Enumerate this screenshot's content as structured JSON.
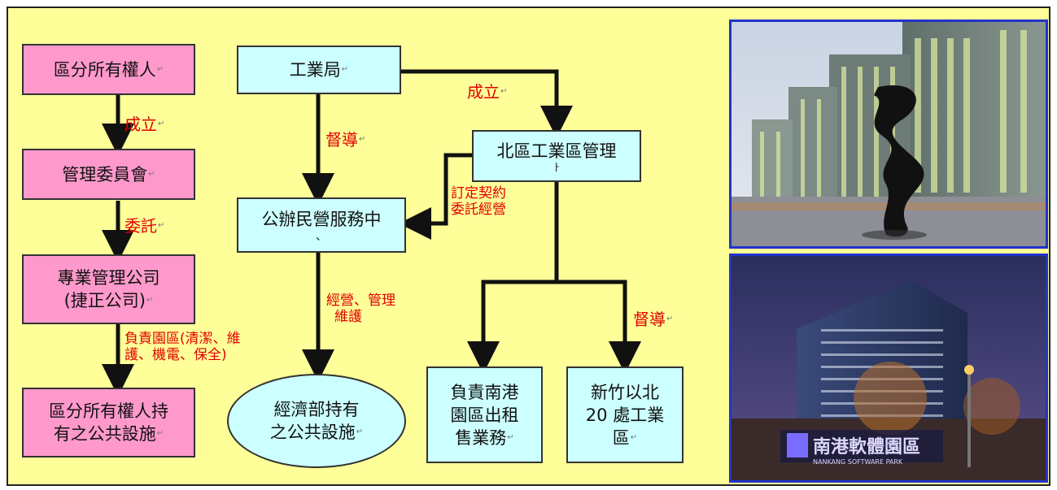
{
  "nodes": {
    "owners": "區分所有權人",
    "committee": "管理委員會",
    "company_line1": "專業管理公司",
    "company_line2": "(捷正公司)",
    "facilities_owned_line1": "區分所有權人持",
    "facilities_owned_line2": "有之公共設施",
    "bureau": "工業局",
    "service_center_line1": "公辦民營服務中",
    "service_center_line2": "、",
    "north_office_line1": "北區工業區管理",
    "north_office_line2": "ㅏ",
    "moea_line1": "經濟部持有",
    "moea_line2": "之公共設施",
    "nangang_line1": "負責南港",
    "nangang_line2": "園區出租",
    "nangang_line3": "售業務",
    "hsinchu_line1": "新竹以北",
    "hsinchu_line2": "20 處工業",
    "hsinchu_line3": "區"
  },
  "labels": {
    "establish_left": "成立",
    "entrust": "委託",
    "responsible_line1": "負責園區(清潔、維",
    "responsible_line2": "護、機電、保全)",
    "supervise_left": "督導",
    "establish_right": "成立",
    "contract_line1": "訂定契約",
    "contract_line2": "委託經營",
    "operate_line1": "經營、管理",
    "operate_line2": "維護",
    "supervise_right": "督導"
  },
  "edit_mark": "↵",
  "photos": {
    "top": "building-with-sculpture-photo",
    "bottom_sign": "南港軟體園區",
    "bottom_sign_en": "NANKANG SOFTWARE PARK"
  },
  "colors": {
    "background": "#ffff99",
    "pink_box": "#ff99cc",
    "cyan_box": "#ccffff",
    "label_red": "#e00000",
    "photo_border": "#2233cc"
  }
}
